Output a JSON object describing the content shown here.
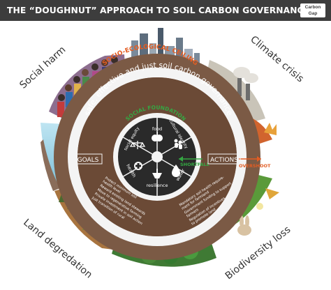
{
  "header": {
    "title": "THE “DOUGHNUT” APPROACH TO SOIL CARBON GOVERNANCE",
    "logo_line1": "Carbon",
    "logo_line2": "Gap"
  },
  "diagram": {
    "ceiling_label": "SOCIO-ECOLOGICAL CEILING",
    "ring_text": "safe, effective and just soil carbon governance",
    "foundation_label": "SOCIAL FOUNDATION",
    "shortfall_label": "SHORTFALL",
    "overshoot_label": "OVERSHOOT",
    "goals_label": "GOALS",
    "actions_label": "ACTIONS",
    "segments": [
      {
        "label": "food",
        "icon": "apple-icon"
      },
      {
        "label": "cultural identity",
        "icon": "people-icon"
      },
      {
        "label": "water",
        "icon": "water-drop-icon"
      },
      {
        "label": "resilience",
        "icon": "resilience-icon"
      },
      {
        "label": "health",
        "icon": "health-cross-icon"
      },
      {
        "label": "social equity",
        "icon": "scales-icon"
      }
    ],
    "goals_text": [
      "Protect minimum soil",
      "health level",
      "Reward existing land stewards",
      "Move to regenerative farming",
      "Private investment in soil action",
      "Just transition of rural"
    ],
    "actions_text": [
      "Mandatory soil health require-",
      "ment for farmland",
      "Government funding to support",
      "farmers",
      "Regulation of incentives",
      "to promote land"
    ],
    "corners": {
      "top_left": "Social harm",
      "top_right": "Climate crisis",
      "bottom_left": "Land degredation",
      "bottom_right": "Biodiversity loss"
    },
    "colors": {
      "header_bg": "#3d3d3d",
      "outer_ring": "#7b5a45",
      "inner_ring": "#6b4a36",
      "ceiling_orange": "#e35d23",
      "foundation_green": "#35a743",
      "center_dark": "#2a2a2a",
      "ring_light": "#f4f4f4"
    }
  }
}
